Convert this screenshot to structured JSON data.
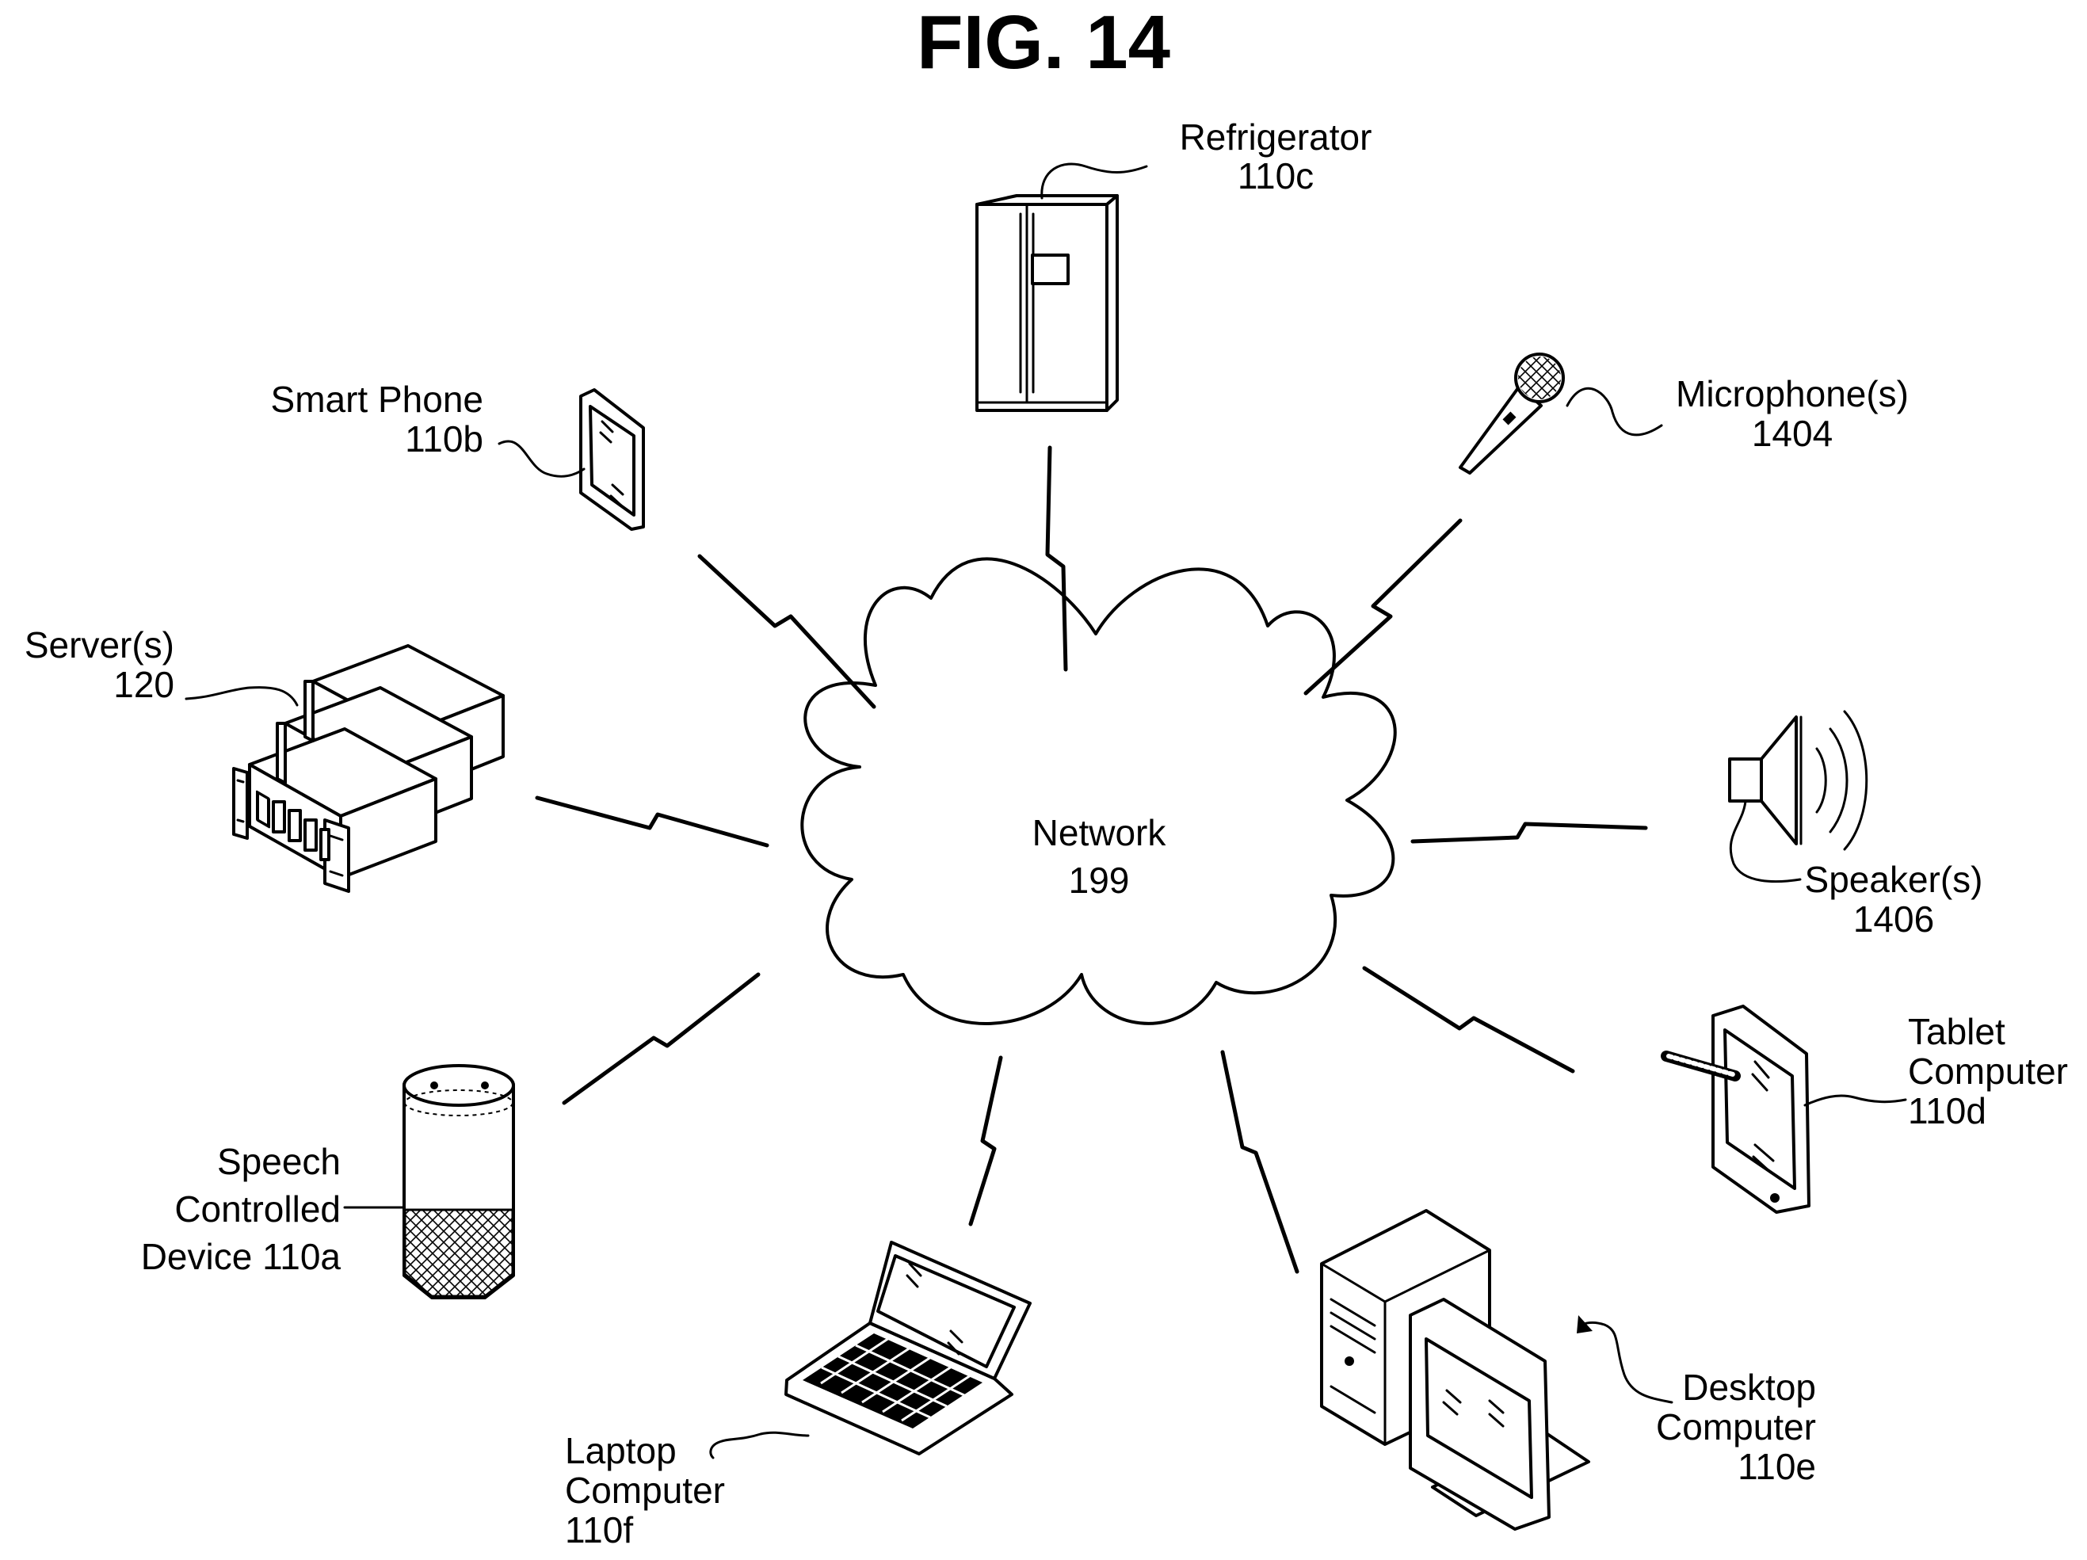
{
  "figure": {
    "title": "FIG. 14"
  },
  "network": {
    "name": "Network",
    "number": "199"
  },
  "devices": {
    "refrigerator": {
      "line1": "Refrigerator",
      "line2": "110c",
      "icon": "refrigerator-icon"
    },
    "microphone": {
      "line1": "Microphone(s)",
      "line2": "1404",
      "icon": "microphone-icon"
    },
    "speaker": {
      "line1": "Speaker(s)",
      "line2": "1406",
      "icon": "speaker-icon"
    },
    "tablet": {
      "line1": "Tablet",
      "line2": "Computer",
      "line3": "110d",
      "icon": "tablet-icon"
    },
    "desktop": {
      "line1": "Desktop",
      "line2": "Computer",
      "line3": "110e",
      "icon": "desktop-computer-icon"
    },
    "laptop": {
      "line1": "Laptop",
      "line2": "Computer",
      "line3": "110f",
      "icon": "laptop-icon"
    },
    "speech_device": {
      "line1": "Speech",
      "line2": "Controlled",
      "line3": "Device 110a",
      "icon": "smart-speaker-icon"
    },
    "servers": {
      "line1": "Server(s)",
      "line2": "120",
      "icon": "server-rack-icon"
    },
    "smart_phone": {
      "line1": "Smart Phone",
      "line2": "110b",
      "icon": "smart-phone-icon"
    }
  }
}
